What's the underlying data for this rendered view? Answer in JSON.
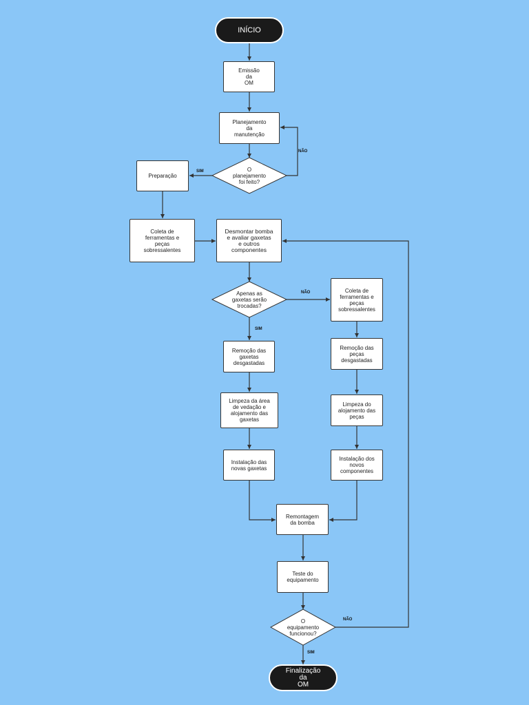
{
  "flowchart": {
    "start": "INÍCIO",
    "emissao": "Emissão\nda\nOM",
    "planejamento": "Planejamento\nda\nmanutenção",
    "decisao_planejamento": "O\nplanejamento\nfoi feito?",
    "preparacao": "Preparação",
    "coleta_1": "Coleta de\nferramentas e\npeças\nsobressalentes",
    "desmontar": "Desmontar bomba\ne avaliar gaxetas\ne outros\ncomponentes",
    "decisao_gaxetas": "Apenas as\ngaxetas serão\ntrocadas?",
    "coleta_2": "Coleta de\nferramentas e\npeças\nsobressalentes",
    "remocao_gaxetas": "Remoção das\ngaxetas\ndesgastadas",
    "remocao_pecas": "Remoção das\npeças\ndesgastadas",
    "limpeza_vedacao": "Limpeza da área\nde vedação e\nalojamento das\ngaxetas",
    "limpeza_alojamento": "Limpeza do\nalojamento das\npeças",
    "instalacao_gaxetas": "Instalação das\nnovas gaxetas",
    "instalacao_componentes": "Instalação dos\nnovos\ncomponentes",
    "remontagem": "Remontagem\nda bomba",
    "teste": "Teste do\nequipamento",
    "decisao_funcionou": "O\nequipamento\nfuncionou?",
    "finalizacao": "Finalização\nda\nOM",
    "label_sim_1": "SIM",
    "label_nao_1": "NÃO",
    "label_sim_2": "SIM",
    "label_nao_2": "NÃO",
    "label_sim_3": "SIM",
    "label_nao_3": "NÃO"
  },
  "colors": {
    "background": "#8ac6f7",
    "terminal": "#1a1a1a",
    "box": "#ffffff",
    "line": "#333333"
  }
}
